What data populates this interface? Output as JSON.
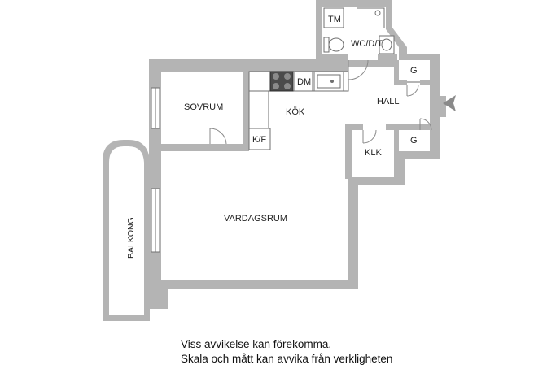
{
  "rooms": {
    "sovrum": "SOVRUM",
    "kok": "KÖK",
    "hall": "HALL",
    "vardagsrum": "VARDAGSRUM",
    "balkong": "BALKONG",
    "klk": "KLK",
    "wc": "WC/D/T",
    "tm": "TM",
    "dm": "DM",
    "kf": "K/F",
    "g_upper": "G",
    "g_lower": "G"
  },
  "notes": {
    "line1": "Viss avvikelse kan förekomma.",
    "line2": "Skala och mått kan avvika från verkligheten"
  },
  "colors": {
    "wall": "#b4b4b4",
    "entrance_arrow": "#8a8a8a"
  }
}
